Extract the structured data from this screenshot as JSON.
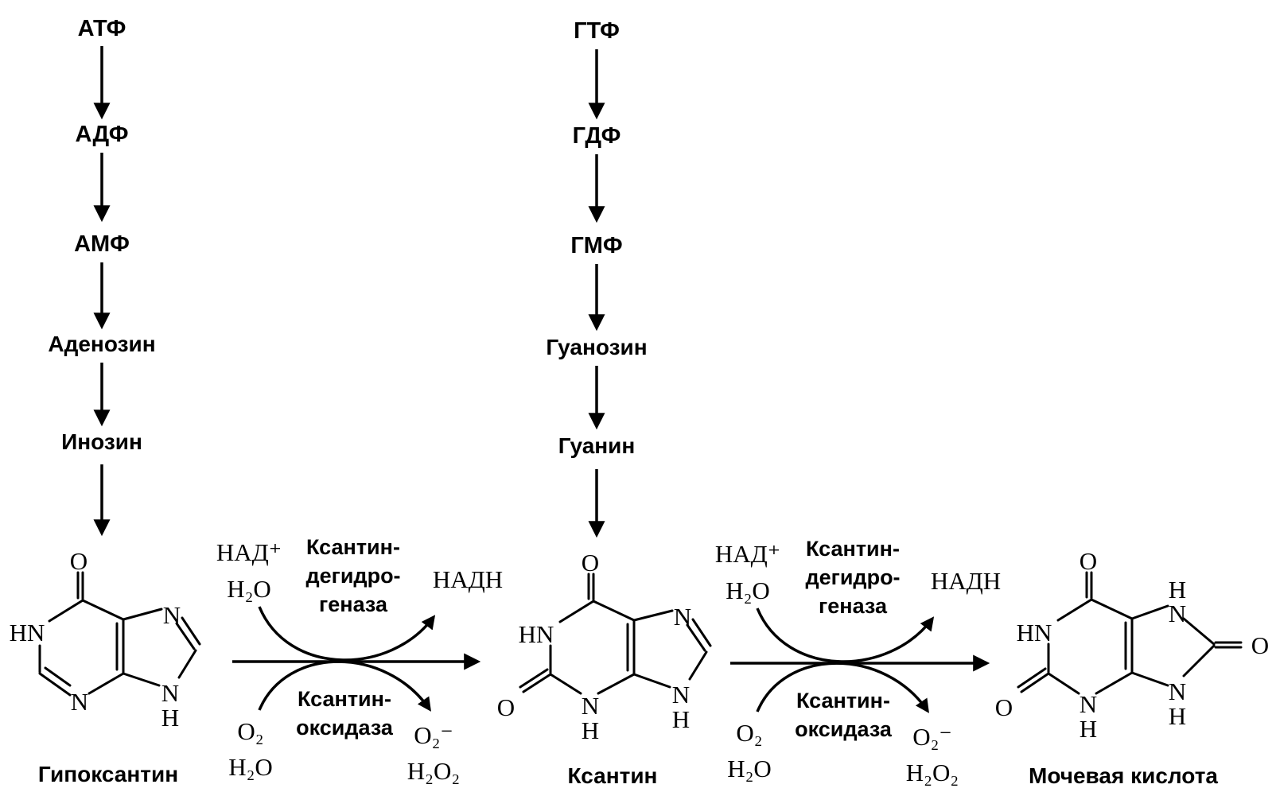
{
  "adenine_branch": {
    "atp": "АТФ",
    "adp": "АДФ",
    "amp": "АМФ",
    "adenosine": "Аденозин",
    "inosine": "Инозин"
  },
  "guanine_branch": {
    "gtp": "ГТФ",
    "gdp": "ГДФ",
    "gmp": "ГМФ",
    "guanosine": "Гуанозин",
    "guanine": "Гуанин"
  },
  "compounds": {
    "hypoxanthine": "Гипоксантин",
    "xanthine": "Ксантин",
    "uric_acid": "Мочевая кислота"
  },
  "atoms": {
    "O": "O",
    "N": "N",
    "H": "H",
    "HN": "HN"
  },
  "reaction1": {
    "nad_plus": "НАД⁺",
    "h2o_top": "H₂O",
    "dehydrogenase": [
      "Ксантин-",
      "дегидро-",
      "геназа"
    ],
    "nadh": "НАДН",
    "oxidase": [
      "Ксантин-",
      "оксидаза"
    ],
    "o2": "O₂",
    "h2o_bottom": "H₂O",
    "superoxide": "O₂⁻",
    "h2o2": "H₂O₂"
  },
  "reaction2": {
    "nad_plus": "НАД⁺",
    "h2o_top": "H₂O",
    "dehydrogenase": [
      "Ксантин-",
      "дегидро-",
      "геназа"
    ],
    "nadh": "НАДН",
    "oxidase": [
      "Ксантин-",
      "оксидаза"
    ],
    "o2": "O₂",
    "h2o_bottom": "H₂O",
    "superoxide": "O₂⁻",
    "h2o2": "H₂O₂"
  },
  "colors": {
    "ink": "#000000",
    "background": "#ffffff"
  }
}
